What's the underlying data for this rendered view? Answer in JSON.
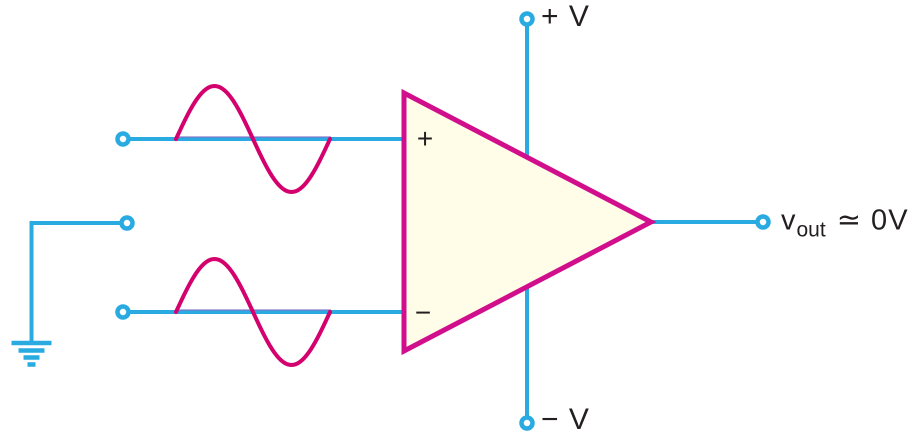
{
  "diagram": {
    "description": "Op-amp with identical in-phase signals on both inputs (common-mode), output approximately zero volts",
    "labels": {
      "positive_supply": "+ V",
      "negative_supply": "− V",
      "noninverting_input": "+",
      "inverting_input": "−",
      "output_base": "v",
      "output_sub": "out",
      "output_rest": "≃ 0V"
    },
    "colors": {
      "wire": "#29ABE2",
      "opamp_stroke": "#D10F8C",
      "opamp_fill": "#FFFCE8",
      "sine": "#D4006E",
      "text": "#231F20"
    }
  }
}
